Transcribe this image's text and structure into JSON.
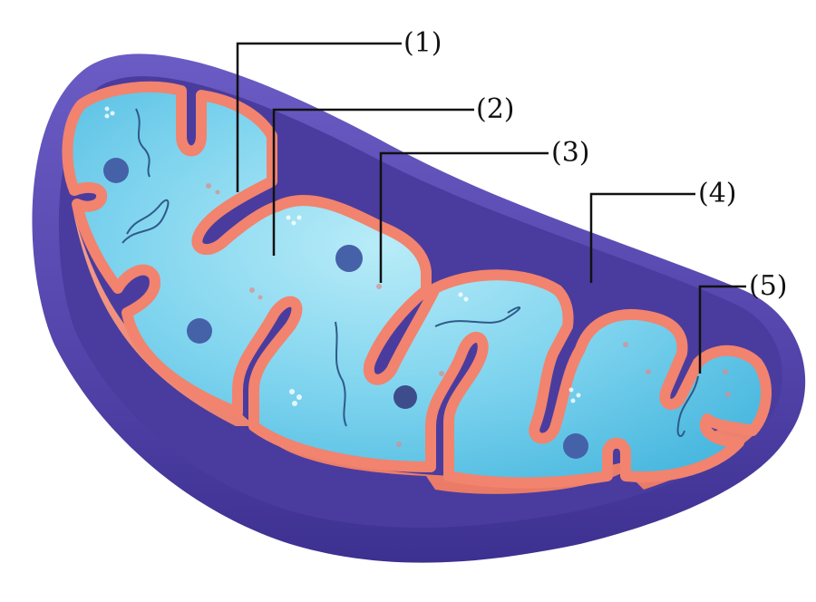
{
  "labels": [
    {
      "id": "1",
      "text": "(1)"
    },
    {
      "id": "2",
      "text": "(2)"
    },
    {
      "id": "3",
      "text": "(3)"
    },
    {
      "id": "4",
      "text": "(4)"
    },
    {
      "id": "5",
      "text": "(5)"
    }
  ],
  "colors": {
    "outer_membrane": "#5b4bb0",
    "outer_membrane_dark": "#3f3292",
    "intermembrane_space": "#4a3c9e",
    "inner_membrane": "#f2836e",
    "inner_membrane_light": "#f9b1a0",
    "matrix": "#5cc6e6",
    "matrix_light": "#a8e3f3",
    "granule": "#4561a8",
    "leader_line": "#111111"
  }
}
